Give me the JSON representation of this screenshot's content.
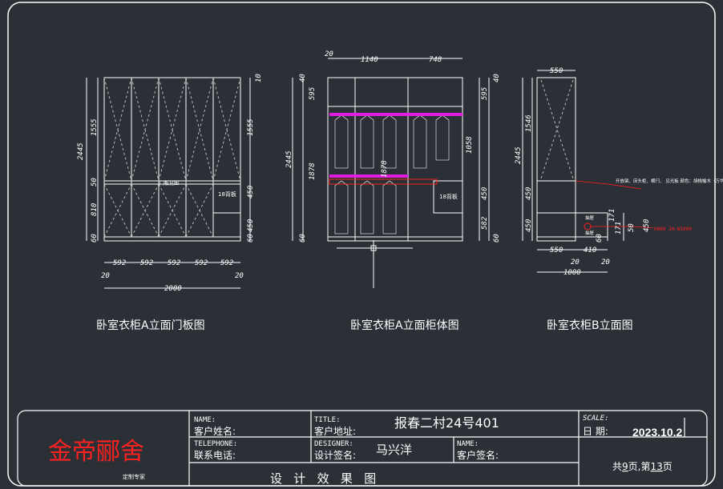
{
  "drawings": {
    "door_panel": {
      "title": "卧室衣柜A立面门板图",
      "left_dims": [
        "2445",
        "1555",
        "50",
        "810",
        "60"
      ],
      "right_dims": [
        "10",
        "1555",
        "450",
        "450",
        "60"
      ],
      "bottom_segments": [
        "592",
        "592",
        "592",
        "592",
        "592"
      ],
      "side_margin_left": "20",
      "side_margin_right": "20",
      "total_width": "2000",
      "notes": [
        "门板见图",
        "18背板"
      ]
    },
    "cabinet_body": {
      "title": "卧室衣柜A立面柜体图",
      "top_dims": [
        "20",
        "1140",
        "748"
      ],
      "left_dims": [
        "40",
        "595",
        "2445",
        "1878",
        "60"
      ],
      "right_dims": [
        "40",
        "595",
        "1058",
        "450",
        "582",
        "60"
      ],
      "inner_note": "1878",
      "notes": [
        "18背板"
      ]
    },
    "elevation_b": {
      "title": "卧室衣柜B立面图",
      "top_dim": "550",
      "left_dims": [
        "1546",
        "2445",
        "450",
        "450"
      ],
      "right_dims": [
        "171",
        "171",
        "50",
        "450",
        "60"
      ],
      "bottom_dims": [
        "550",
        "410",
        "20",
        "20",
        "1000"
      ],
      "annotation": "开放架、床头柜、横闩、\n见光板 颜色：胡桃榆木（万华）",
      "drawer_labels": [
        "抽屉",
        "抽屉"
      ],
      "red_tag": "H860 JH-W1000"
    }
  },
  "title_block": {
    "logo_text": "金帝郦舍",
    "logo_sub": "定制专家",
    "name_en": "NAME:",
    "name_cn": "客户姓名:",
    "tel_en": "TELEPHONE:",
    "tel_cn": "联系电话:",
    "title_en": "TITLE:",
    "address_cn": "客户地址:",
    "address_value": "报春二村24号401",
    "designer_en": "DESIGNER:",
    "designer_cn": "设计签名:",
    "designer_value": "马兴洋",
    "client_name_en": "NAME:",
    "client_sign_cn": "客户签名:",
    "scale_en": "SCALE:",
    "date_cn": "日 期:",
    "date_value": "2023.10.2",
    "bottom_caption": "设   计   效   果   图",
    "page_total_prefix": "共",
    "page_total": "9",
    "page_total_suffix": "页,第",
    "page_current": "13",
    "page_current_suffix": "页"
  },
  "colors": {
    "background": "#2b2f36",
    "line": "#ffffff",
    "accent_magenta": "#e21ce0",
    "accent_red": "#ff2020"
  }
}
